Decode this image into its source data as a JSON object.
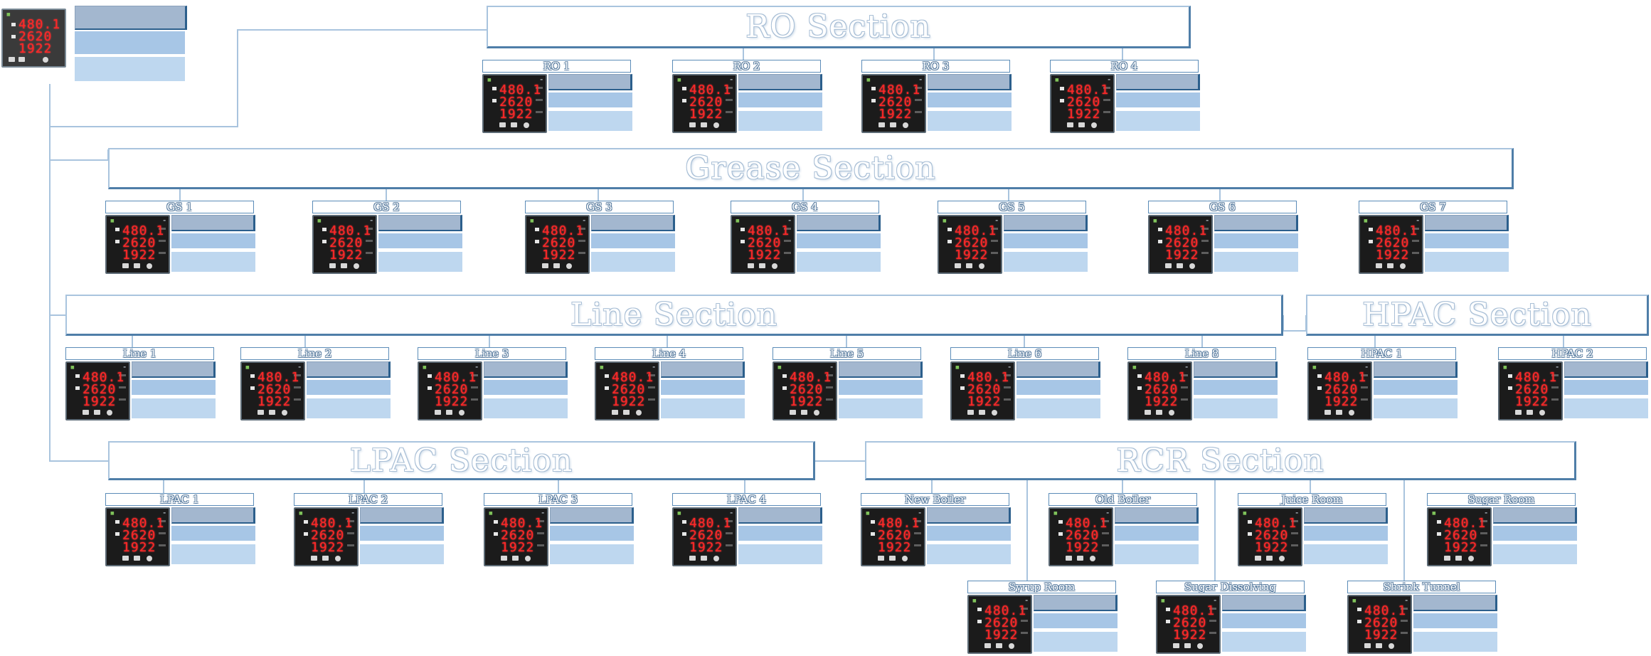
{
  "colors": {
    "wire": "#a9c4de",
    "label_outline": "#5b8cb8",
    "slot_top": "#a3b7cf",
    "slot_middle": "#a7c6e6",
    "slot_bottom": "#bed7ef",
    "digit_red": "#ff2727"
  },
  "meter_readings": [
    "480.1",
    "2620",
    "1922"
  ],
  "sections": {
    "ro": "RO Section",
    "grease": "Grease Section",
    "line": "Line Section",
    "hpac": "HPAC Section",
    "lpac": "LPAC Section",
    "rcr": "RCR Section"
  },
  "units": {
    "ro1": "RO 1",
    "ro2": "RO 2",
    "ro3": "RO 3",
    "ro4": "RO 4",
    "gs1": "GS 1",
    "gs2": "GS 2",
    "gs3": "GS 3",
    "gs4": "GS 4",
    "gs5": "GS 5",
    "gs6": "GS 6",
    "gs7": "GS 7",
    "line1": "Line 1",
    "line2": "Line 2",
    "line3": "Line 3",
    "line4": "Line 4",
    "line5": "Line 5",
    "line6": "Line 6",
    "line8": "Line 8",
    "hpac1": "HPAC 1",
    "hpac2": "HPAC 2",
    "lpac1": "LPAC 1",
    "lpac2": "LPAC 2",
    "lpac3": "LPAC 3",
    "lpac4": "LPAC 4",
    "new_boiler": "New Boiler",
    "old_boiler": "Old Boiler",
    "juice_room": "Juice Room",
    "sugar_room": "Sugar Room",
    "syrup_room": "Syrup Room",
    "sugar_dissolving": "Sugar Dissolving",
    "shrink_tunnel": "Shrink Tunnel"
  }
}
